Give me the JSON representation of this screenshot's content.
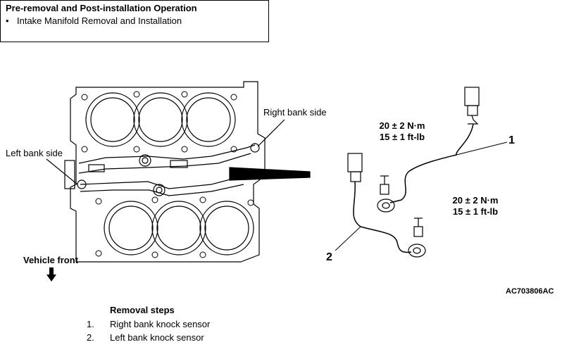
{
  "header_box": {
    "title": "Pre-removal and Post-installation Operation",
    "items": [
      "Intake Manifold Removal and Installation"
    ]
  },
  "diagram": {
    "labels": {
      "right_bank": "Right bank side",
      "left_bank": "Left bank side",
      "vehicle_front": "Vehicle front",
      "torque_upper": [
        "20 ± 2 N·m",
        "15 ± 1 ft-lb"
      ],
      "torque_lower": [
        "20 ± 2 N·m",
        "15 ± 1 ft-lb"
      ],
      "callout_1": "1",
      "callout_2": "2",
      "figure_code": "AC703806AC"
    }
  },
  "removal": {
    "title": "Removal steps",
    "steps": [
      {
        "num": "1.",
        "text": "Right bank knock sensor"
      },
      {
        "num": "2.",
        "text": "Left bank knock sensor"
      }
    ]
  }
}
